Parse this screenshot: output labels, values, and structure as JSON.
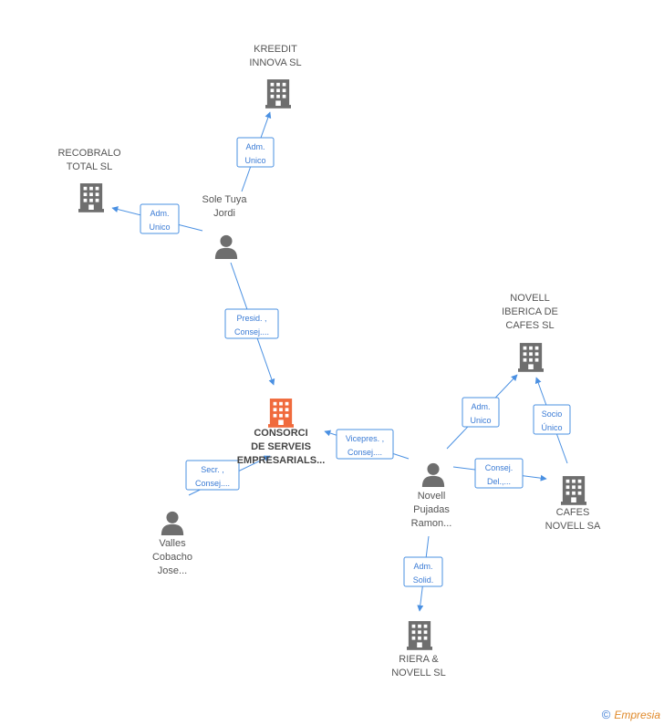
{
  "colors": {
    "edge": "#4a90e2",
    "building": "#6e6e6e",
    "main_building": "#f06a3c",
    "person": "#6e6e6e"
  },
  "nodes": [
    {
      "id": "kreedit",
      "type": "company",
      "lines": [
        "KREEDIT",
        "INNOVA SL"
      ]
    },
    {
      "id": "recobralo",
      "type": "company",
      "lines": [
        "RECOBRALO",
        "TOTAL  SL"
      ]
    },
    {
      "id": "sole",
      "type": "person",
      "lines": [
        "Sole Tuya",
        "Jordi"
      ]
    },
    {
      "id": "consorci",
      "type": "main",
      "lines": [
        "CONSORCI",
        "DE SERVEIS",
        "EMPRESARIALS..."
      ]
    },
    {
      "id": "valles",
      "type": "person",
      "lines": [
        "Valles",
        "Cobacho",
        "Jose..."
      ]
    },
    {
      "id": "novell_iberica",
      "type": "company",
      "lines": [
        "NOVELL",
        "IBERICA DE",
        "CAFES  SL"
      ]
    },
    {
      "id": "novell_pujadas",
      "type": "person",
      "lines": [
        "Novell",
        "Pujadas",
        "Ramon..."
      ]
    },
    {
      "id": "cafes_novell",
      "type": "company",
      "lines": [
        "CAFES",
        "NOVELL SA"
      ]
    },
    {
      "id": "riera",
      "type": "company",
      "lines": [
        "RIERA &",
        "NOVELL  SL"
      ]
    }
  ],
  "edges": [
    {
      "from": "sole",
      "to": "kreedit",
      "label": [
        "Adm.",
        "Unico"
      ]
    },
    {
      "from": "sole",
      "to": "recobralo",
      "label": [
        "Adm.",
        "Unico"
      ]
    },
    {
      "from": "sole",
      "to": "consorci",
      "label": [
        "Presid. ,",
        "Consej...."
      ]
    },
    {
      "from": "valles",
      "to": "consorci",
      "label": [
        "Secr. ,",
        "Consej...."
      ]
    },
    {
      "from": "novell_pujadas",
      "to": "consorci",
      "label": [
        "Vicepres. ,",
        "Consej...."
      ]
    },
    {
      "from": "novell_pujadas",
      "to": "novell_iberica",
      "label": [
        "Adm.",
        "Unico"
      ]
    },
    {
      "from": "cafes_novell",
      "to": "novell_iberica",
      "label": [
        "Socio",
        "Único"
      ]
    },
    {
      "from": "novell_pujadas",
      "to": "cafes_novell",
      "label": [
        "Consej.",
        "Del.,..."
      ]
    },
    {
      "from": "novell_pujadas",
      "to": "riera",
      "label": [
        "Adm.",
        "Solid."
      ]
    }
  ],
  "footer": {
    "copyright": "©",
    "brand": "Empresia"
  }
}
